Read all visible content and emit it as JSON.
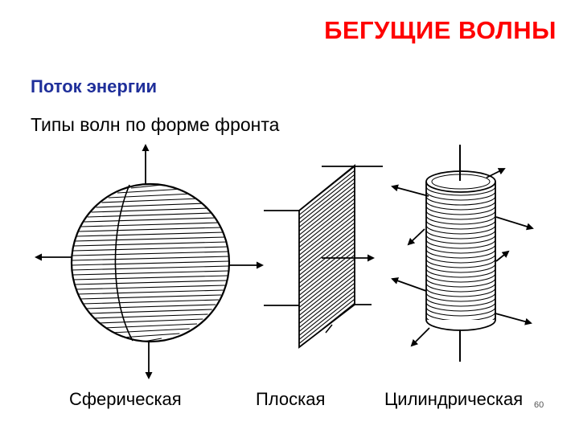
{
  "slide": {
    "title": "БЕГУЩИЕ ВОЛНЫ",
    "subtitle": "Поток энергии",
    "heading": "Типы волн по форме фронта",
    "number": "60"
  },
  "figures": {
    "spherical": {
      "caption": "Сферическая"
    },
    "plane": {
      "caption": "Плоская"
    },
    "cylindrical": {
      "caption": "Цилиндрическая"
    }
  },
  "colors": {
    "title": "#ff0000",
    "subtitle": "#1f2f9a",
    "drawing": "#000000"
  }
}
